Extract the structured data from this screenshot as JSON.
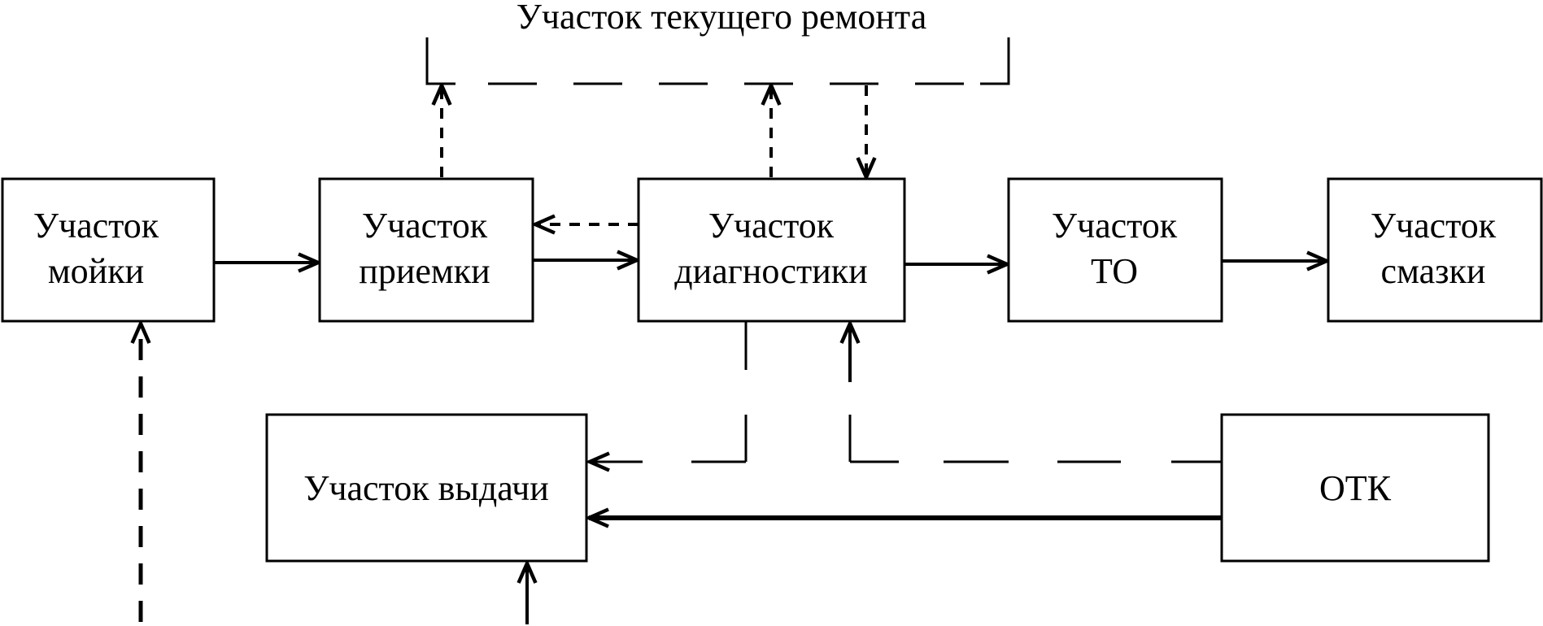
{
  "diagram": {
    "title": "Участок текущего ремонта",
    "nodes": {
      "washing": {
        "line1": "Участок",
        "line2": "мойки"
      },
      "reception": {
        "line1": "Участок",
        "line2": "приемки"
      },
      "diagnostics": {
        "line1": "Участок",
        "line2": "диагностики"
      },
      "maintenance": {
        "line1": "Участок",
        "line2": "ТО"
      },
      "lubrication": {
        "line1": "Участок",
        "line2": "смазки"
      },
      "issuing": {
        "line1": "Участок выдачи"
      },
      "qc": {
        "line1": "ОТК"
      }
    },
    "edges": [
      {
        "from": "washing",
        "to": "reception",
        "style": "solid"
      },
      {
        "from": "reception",
        "to": "diagnostics",
        "style": "solid"
      },
      {
        "from": "diagnostics",
        "to": "maintenance",
        "style": "solid"
      },
      {
        "from": "maintenance",
        "to": "lubrication",
        "style": "solid"
      },
      {
        "from": "qc",
        "to": "issuing",
        "style": "solid"
      },
      {
        "from": "diagnostics",
        "to": "reception",
        "style": "dashed"
      },
      {
        "from": "reception",
        "to": "current-repair",
        "style": "dashed"
      },
      {
        "from": "diagnostics",
        "to": "current-repair",
        "style": "dashed"
      },
      {
        "from": "current-repair",
        "to": "diagnostics",
        "style": "dashed"
      },
      {
        "from": "diagnostics",
        "to": "issuing",
        "style": "long-dashed"
      },
      {
        "from": "qc",
        "to": "diagnostics",
        "style": "long-dashed"
      },
      {
        "from": "external",
        "to": "washing",
        "style": "dashed"
      },
      {
        "from": "external",
        "to": "issuing",
        "style": "solid"
      }
    ]
  }
}
